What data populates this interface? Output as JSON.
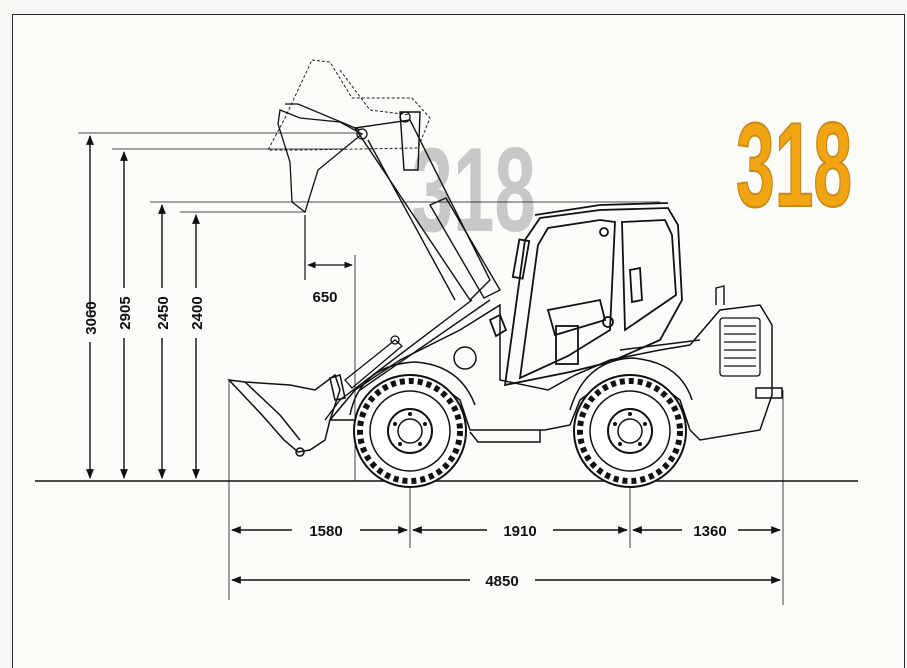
{
  "model": "318",
  "colors": {
    "accent": "#f2a512",
    "line": "#111111",
    "paper": "#fbfbf8"
  },
  "heights": {
    "h1": "3060",
    "h2": "2905",
    "h3": "2450",
    "h4": "2400"
  },
  "reach": "650",
  "lengths": {
    "front": "1580",
    "wheelbase": "1910",
    "rear": "1360",
    "total": "4850"
  }
}
